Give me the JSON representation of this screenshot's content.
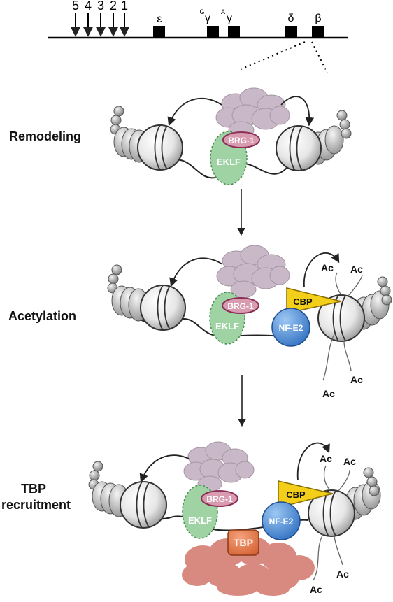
{
  "locus": {
    "hs_sites": [
      "5",
      "4",
      "3",
      "2",
      "1"
    ],
    "genes": [
      "ε",
      "γ",
      "γ",
      "δ",
      "β"
    ],
    "gene_superscripts": [
      "",
      "G",
      "A",
      "",
      ""
    ]
  },
  "panels": [
    {
      "label": "Remodeling",
      "brg1": "BRG-1",
      "eklf": "EKLF"
    },
    {
      "label": "Acetylation",
      "brg1": "BRG-1",
      "eklf": "EKLF",
      "nfe2": "NF-E2",
      "cbp": "CBP",
      "ac": [
        "Ac",
        "Ac",
        "Ac",
        "Ac"
      ]
    },
    {
      "label_line1": "TBP",
      "label_line2": "recruitment",
      "brg1": "BRG-1",
      "eklf": "EKLF",
      "nfe2": "NF-E2",
      "cbp": "CBP",
      "tbp": "TBP",
      "ac": [
        "Ac",
        "Ac",
        "Ac",
        "Ac"
      ]
    }
  ],
  "colors": {
    "remodeler": "#c9b8c8",
    "remodeler_stroke": "#a596a4",
    "brg1_fill": "#d99bb0",
    "brg1_stroke": "#8b2f57",
    "eklf_fill": "#9fd3a4",
    "eklf_stroke": "#4d8f55",
    "nfe2_fill": "#4f8fd8",
    "nfe2_stroke": "#1f4f91",
    "cbp_fill": "#f3cf1a",
    "cbp_stroke": "#8a6d00",
    "tbp_fill": "#e0764a",
    "tbp_stroke": "#8a3a16",
    "gtf_fill": "#d98a80",
    "nucleosome": "#e8e8e8"
  }
}
